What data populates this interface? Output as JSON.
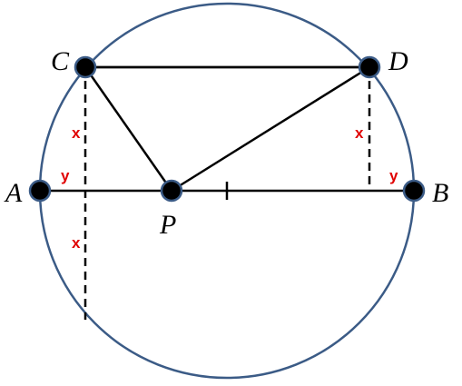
{
  "diagram": {
    "points": {
      "A": "A",
      "B": "B",
      "C": "C",
      "D": "D",
      "P": "P"
    },
    "segment_labels": {
      "x_cd_left_upper": "x",
      "x_c_lower": "x",
      "x_d": "x",
      "y_left": "y",
      "y_right": "y"
    },
    "colors": {
      "circle": "#3b5b86",
      "line": "#000000",
      "point_fill": "#000000",
      "point_stroke": "#3b5b86",
      "label_red": "#e00000"
    }
  }
}
